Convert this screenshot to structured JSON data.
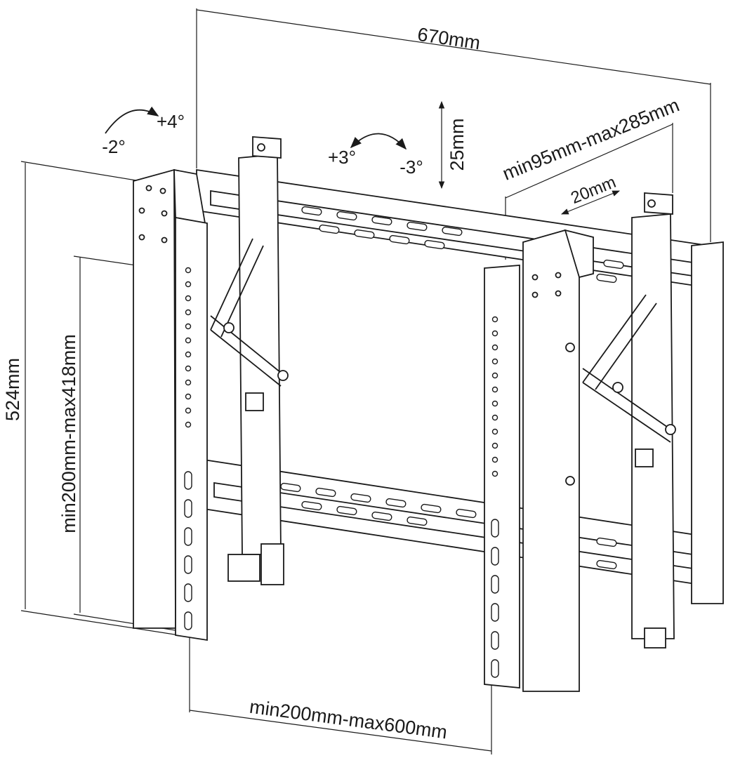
{
  "dimensions": {
    "width_total": "670mm",
    "height_total": "524mm",
    "panel_depth": "25mm",
    "depth_range": "min95mm-max285mm",
    "micro_adjust": "20mm",
    "vertical_range": "min200mm-max418mm",
    "horizontal_range": "min200mm-max600mm"
  },
  "tilt": {
    "left_up": "+4°",
    "left_down": "-2°",
    "center_up": "+3°",
    "center_down": "-3°"
  }
}
